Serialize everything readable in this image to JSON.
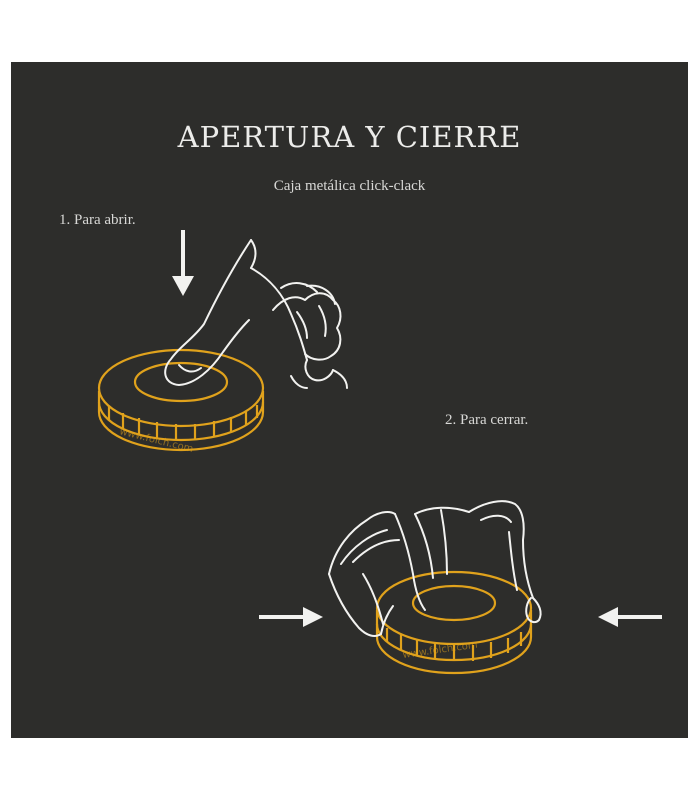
{
  "title": "APERTURA Y CIERRE",
  "subtitle": "Caja metálica click-clack",
  "steps": [
    {
      "label": "1. Para abrir."
    },
    {
      "label": "2. Para cerrar."
    }
  ],
  "watermark": "www.folch.com",
  "colors": {
    "background": "#2d2d2b",
    "tin": "#e0a21c",
    "line": "#f2f2f0"
  },
  "icons": [
    "arrow-down-icon",
    "arrow-right-icon",
    "arrow-left-icon",
    "pressing-hand-icon",
    "pinching-hand-icon"
  ]
}
